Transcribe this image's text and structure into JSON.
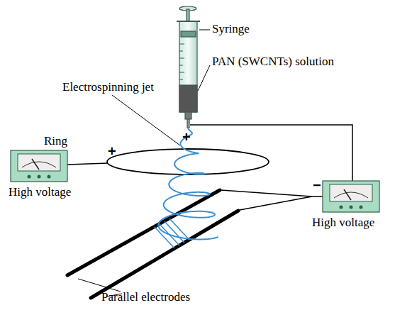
{
  "diagram": {
    "labels": [
      "Syringe",
      "PAN (SWCNTs) solution",
      "Electrospinning jet",
      "+",
      "+",
      "Ring",
      "High voltage",
      "−",
      "High voltage",
      "Parallel electrodes"
    ]
  }
}
